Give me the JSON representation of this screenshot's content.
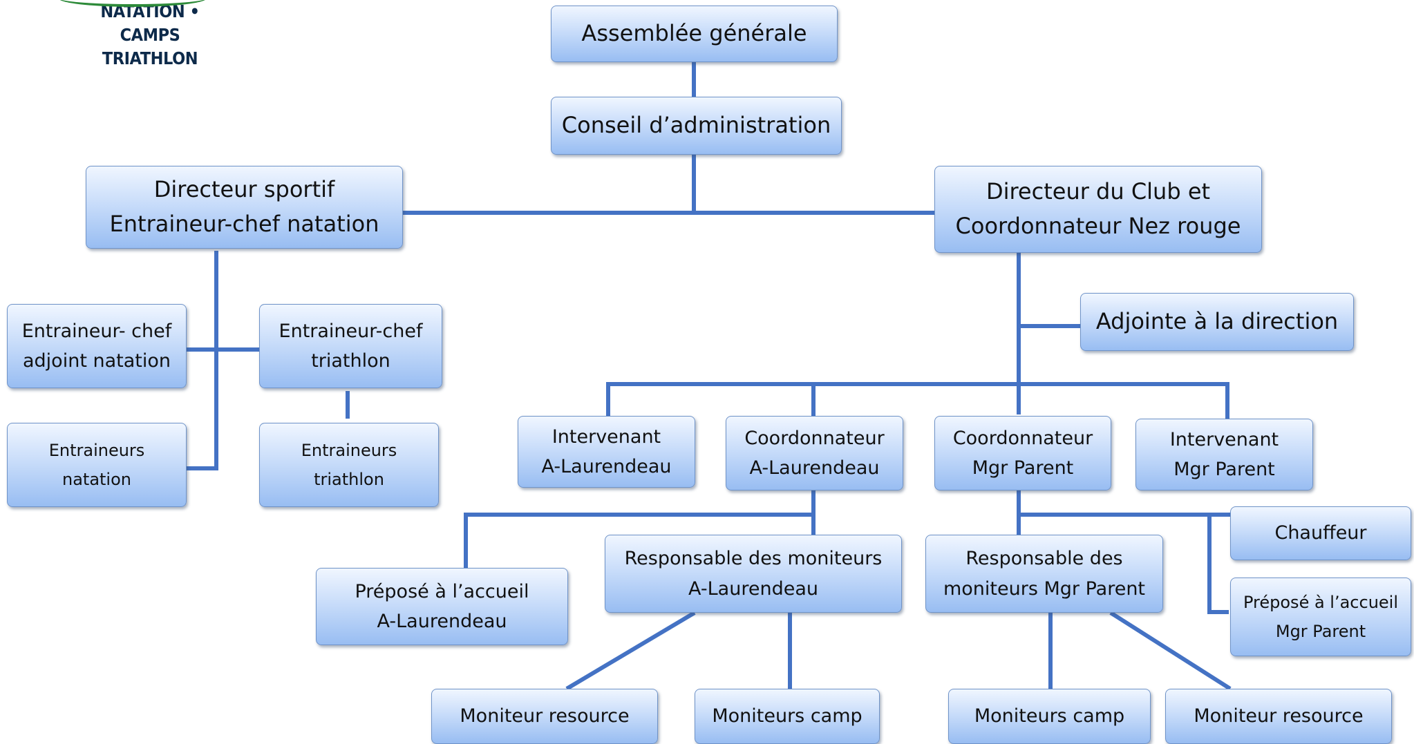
{
  "logo": {
    "line1": "NATATION • CAMPS",
    "line2": "TRIATHLON"
  },
  "nodes": {
    "assemblee": [
      "Assemblée générale"
    ],
    "conseil": [
      "Conseil d’administration"
    ],
    "directeur_sportif": [
      "Directeur sportif",
      "Entraineur-chef natation"
    ],
    "directeur_club": [
      "Directeur du Club et",
      "Coordonnateur Nez rouge"
    ],
    "adjointe": [
      "Adjointe à la direction"
    ],
    "entraineur_chef_adjoint": [
      "Entraineur- chef",
      "adjoint natation"
    ],
    "entraineur_chef_triathlon": [
      "Entraineur-chef",
      "triathlon"
    ],
    "entraineurs_natation": [
      "Entraineurs",
      "natation"
    ],
    "entraineurs_triathlon": [
      "Entraineurs",
      "triathlon"
    ],
    "intervenant_al": [
      "Intervenant",
      "A-Laurendeau"
    ],
    "coordonnateur_al": [
      "Coordonnateur",
      "A-Laurendeau"
    ],
    "coordonnateur_mp": [
      "Coordonnateur",
      "Mgr Parent"
    ],
    "intervenant_mp": [
      "Intervenant",
      "Mgr Parent"
    ],
    "chauffeur": [
      "Chauffeur"
    ],
    "prepose_al": [
      "Préposé à l’accueil",
      "A-Laurendeau"
    ],
    "resp_moniteurs_al": [
      "Responsable des moniteurs",
      "A-Laurendeau"
    ],
    "resp_moniteurs_mp": [
      "Responsable des",
      "moniteurs Mgr Parent"
    ],
    "prepose_mp": [
      "Préposé à l’accueil",
      "Mgr Parent"
    ],
    "moniteur_resource_al": [
      "Moniteur resource"
    ],
    "moniteurs_camp_al": [
      "Moniteurs camp"
    ],
    "moniteurs_camp_mp": [
      "Moniteurs camp"
    ],
    "moniteur_resource_mp": [
      "Moniteur resource"
    ]
  },
  "colors": {
    "connector": "#4472c4",
    "box_border": "#6f93c8",
    "logo_text": "#0d2a4a",
    "logo_swoosh": "#2e8b3a"
  }
}
